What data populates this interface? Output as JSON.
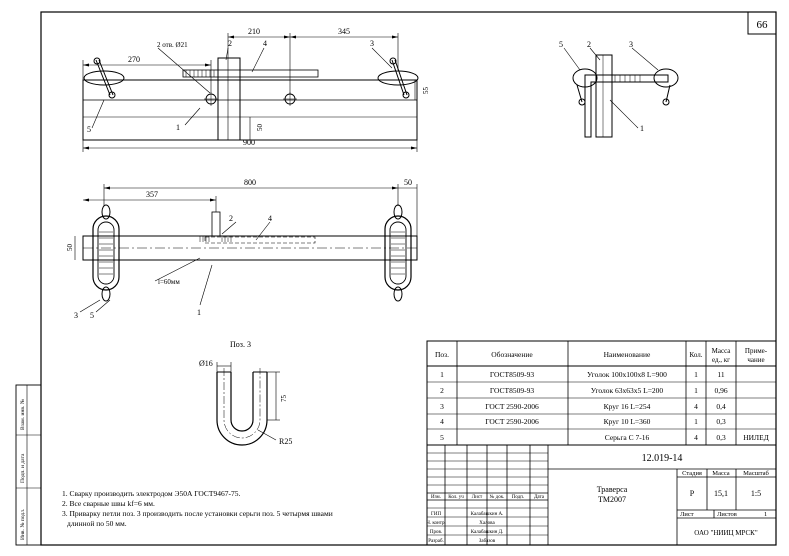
{
  "sheet": {
    "number": "66"
  },
  "top_view": {
    "dims": {
      "d210": "210",
      "d345": "345",
      "d270": "270",
      "d55": "55",
      "d50": "50",
      "d900": "900"
    },
    "hole_note": "2 отв. Ø21",
    "labels": {
      "p1": "1",
      "p2": "2",
      "p3": "3",
      "p4": "4",
      "p5": "5"
    }
  },
  "side_view": {
    "labels": {
      "p1": "1",
      "p2": "2",
      "p3": "3",
      "p5": "5"
    }
  },
  "plan_view": {
    "dims": {
      "d800": "800",
      "d357": "357",
      "d50a": "50",
      "d50b": "50"
    },
    "weld_note": "l=60мм",
    "labels": {
      "p1": "1",
      "p2": "2",
      "p3": "3",
      "p4": "4",
      "p5": "5"
    }
  },
  "pos3_view": {
    "title": "Поз. 3",
    "dia": "Ø16",
    "d75": "75",
    "radius": "R25"
  },
  "notes": [
    "1. Сварку производить электродом Э50А ГОСТ9467-75.",
    "2. Все сварные швы kf=6 мм.",
    "3. Приварку петли  поз. 3 производить после установки серьги поз. 5 четырмя швами",
    "длинной по 50 мм."
  ],
  "spec_table": {
    "headers": {
      "pos": "Поз.",
      "designation": "Обозначение",
      "name": "Наименование",
      "qty": "Кол.",
      "mass_line1": "Масса",
      "mass_line2": "ед., кг",
      "note_line1": "Приме-",
      "note_line2": "чание"
    },
    "rows": [
      {
        "pos": "1",
        "designation": "ГОСТ8509-93",
        "name": "Уголок 100х100х8 L=900",
        "qty": "1",
        "mass": "11",
        "note": ""
      },
      {
        "pos": "2",
        "designation": "ГОСТ8509-93",
        "name": "Уголок 63х63х5 L=200",
        "qty": "1",
        "mass": "0,96",
        "note": ""
      },
      {
        "pos": "3",
        "designation": "ГОСТ 2590-2006",
        "name": "Круг 16 L=254",
        "qty": "4",
        "mass": "0,4",
        "note": ""
      },
      {
        "pos": "4",
        "designation": "ГОСТ 2590-2006",
        "name": "Круг 10 L=360",
        "qty": "1",
        "mass": "0,3",
        "note": ""
      },
      {
        "pos": "5",
        "designation": "",
        "name": "Серьга С 7-16",
        "qty": "4",
        "mass": "0,3",
        "note": "НИЛЕД"
      }
    ]
  },
  "title_block": {
    "doc_code": "12.019-14",
    "product_line1": "Траверса",
    "product_line2": "ТМ2007",
    "stage_h": "Стадия",
    "mass_h": "Масса",
    "scale_h": "Масштаб",
    "stage": "Р",
    "mass": "15,1",
    "scale": "1:5",
    "sheet_label": "Лист",
    "sheets_label": "Листов",
    "sheets_count": "1",
    "org": "ОАО \"НИИЦ МРСК\"",
    "cols": {
      "izm": "Изм.",
      "kol": "Кол. уч",
      "list": "Лист",
      "ndok": "№ док.",
      "podp": "Подп.",
      "data": "Дата"
    },
    "roles": [
      {
        "role": "ГИП",
        "name": "Калабашкин А."
      },
      {
        "role": "Н. контр.",
        "name": "Халова"
      },
      {
        "role": "Пров.",
        "name": "Калабашкин Д."
      },
      {
        "role": "Разраб.",
        "name": "Забазов"
      }
    ]
  },
  "side_stamp": {
    "vzam": "Взам. инв. №",
    "podp": "Подп. и дата",
    "inv": "Инв. № подл."
  }
}
